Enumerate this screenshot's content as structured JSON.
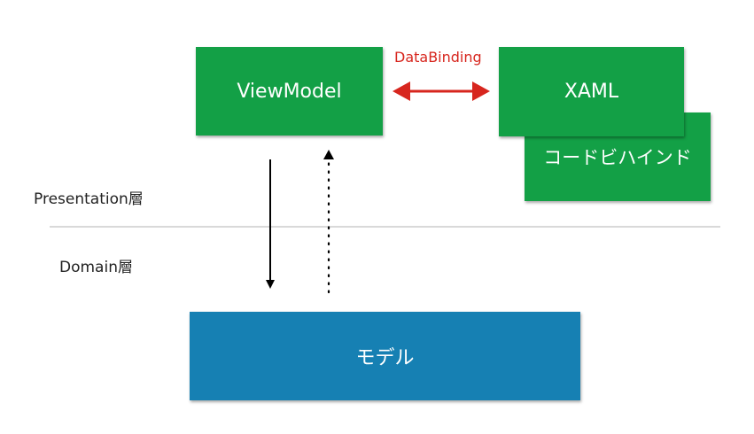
{
  "diagram": {
    "nodes": {
      "viewmodel": "ViewModel",
      "xaml": "XAML",
      "codebehind": "コードビハインド",
      "model": "モデル"
    },
    "edges": {
      "databinding_label": "DataBinding"
    },
    "layers": {
      "presentation": "Presentation層",
      "domain": "Domain層"
    },
    "colors": {
      "view_boxes": "#13a046",
      "model_box": "#1680b3",
      "databinding_arrow": "#d7261e",
      "divider": "#d9d9d9"
    }
  }
}
